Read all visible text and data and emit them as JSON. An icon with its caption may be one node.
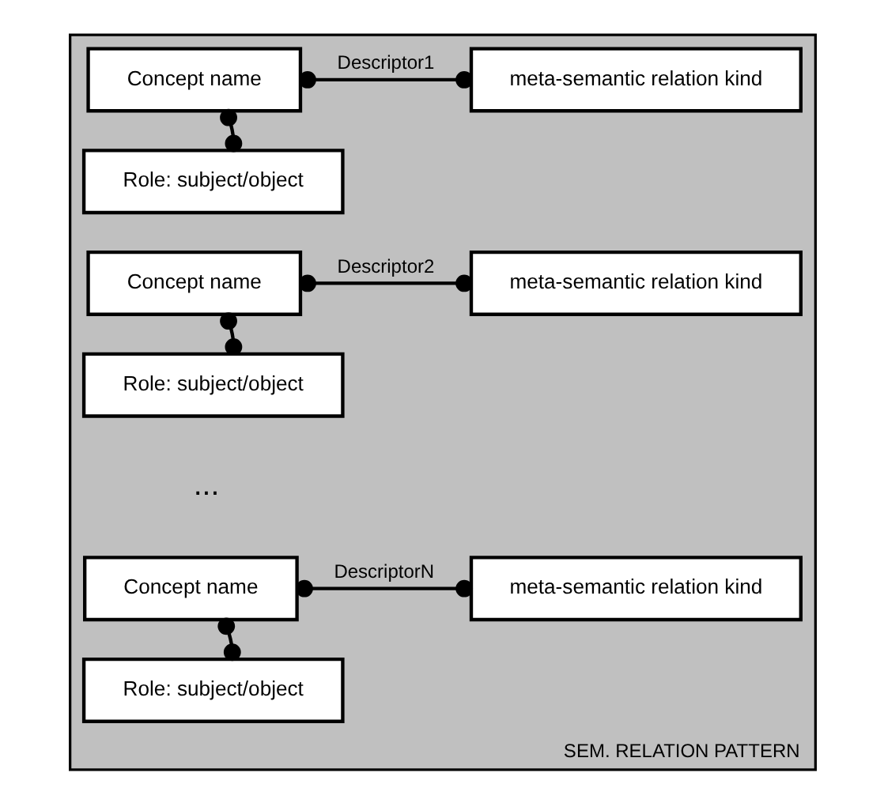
{
  "diagram": {
    "nodes": [
      {
        "text": [
          "SEM. RELATION PATTERN"
        ]
      },
      {
        "text": [
          "Concept name"
        ],
        "in": 0
      },
      {
        "text": [
          "meta-semantic relation kind"
        ],
        "in": 0
      },
      {
        "text": [
          "Role: subject/object"
        ],
        "in": 0
      },
      {
        "text": [
          "Concept name"
        ],
        "in": 0
      },
      {
        "text": [
          "meta-semantic relation kind"
        ],
        "in": 0
      },
      {
        "text": [
          "Role: subject/object"
        ],
        "in": 0
      },
      {
        "text": [
          "Concept name"
        ],
        "in": 0
      },
      {
        "text": [
          "meta-semantic relation kind"
        ],
        "in": 0
      },
      {
        "text": [
          "Role: subject/object"
        ],
        "in": 0
      }
    ],
    "edges": [
      {
        "from": 1,
        "to": 2,
        "arrow": "other",
        "label": "Descriptor1"
      },
      {
        "from": 1,
        "to": 3,
        "arrow": "other"
      },
      {
        "from": 4,
        "to": 5,
        "arrow": "other",
        "label": "Descriptor2"
      },
      {
        "from": 4,
        "to": 6,
        "arrow": "other"
      },
      {
        "from": 7,
        "to": 8,
        "arrow": "other",
        "label": "DescriptorN"
      },
      {
        "from": 7,
        "to": 9,
        "arrow": "other"
      }
    ],
    "labels": [
      "..."
    ]
  }
}
